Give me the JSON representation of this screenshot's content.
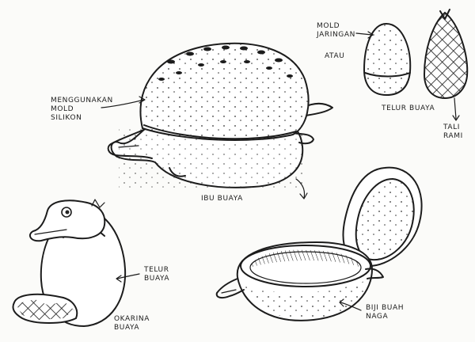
{
  "labels": {
    "mold_silikon": "MENGGUNAKAN\nMOLD\nSILIKON",
    "mold_jaringan": "MOLD\nJARINGAN",
    "atau": "ATAU",
    "telur_buaya_top": "TELUR BUAYA",
    "tali_rami": "TALI\nRAMI",
    "ibu_buaya": "IBU BUAYA",
    "telur_buaya_left": "TELUR\nBUAYA",
    "okarina_buaya": "OKARINA\nBUAYA",
    "biji_buah_naga": "BIJI BUAH\nNAGA"
  },
  "colors": {
    "ink": "#1c1c1c",
    "paper": "#fbfbf9"
  }
}
